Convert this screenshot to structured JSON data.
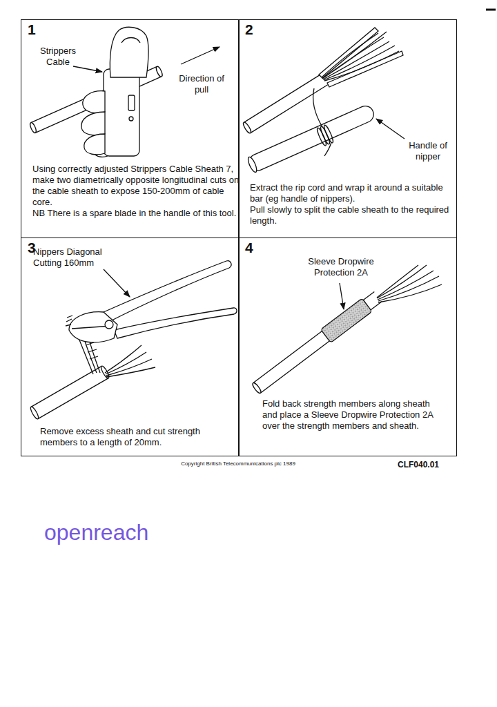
{
  "diagram": {
    "nodes": [
      {
        "text": [
          "1",
          "Using correctly adjusted Strippers Cable Sheath 7, make two diametrically opposite longitudinal cuts on the cable sheath to expose 150-200mm of cable core.",
          "NB There is a spare blade in the handle of this tool."
        ]
      },
      {
        "text": [
          "2",
          "Extract the rip cord and wrap it around a suitable bar (eg handle of nippers).",
          "Pull slowly to split the cable sheath to the required length."
        ]
      },
      {
        "text": [
          "3",
          "Remove excess sheath and cut strength members to a length of 20mm."
        ]
      },
      {
        "text": [
          "4",
          "Fold back strength members along sheath and place a Sleeve Dropwire Protection 2A over the strength members and sheath."
        ]
      }
    ],
    "labels": [
      "Strippers Cable",
      "Direction of pull",
      "Handle of nipper",
      "Nippers Diagonal Cutting 160mm",
      "Sleeve Dropwire Protection 2A",
      "Copyright British Telecommunications plc 1989",
      "CLF040.01",
      "openreach"
    ]
  }
}
